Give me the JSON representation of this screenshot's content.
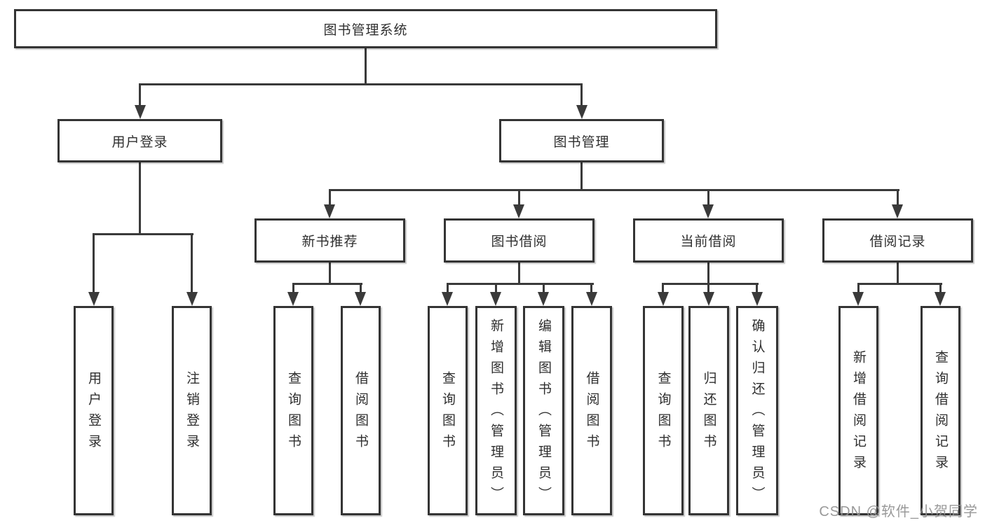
{
  "colors": {
    "background": "#ffffff",
    "box_border": "#343434",
    "connector_line": "#3a3a3a",
    "text": "#2f2f2f",
    "watermark": "#949494"
  },
  "watermark": {
    "text": "CSDN @软件_小贺同学"
  },
  "tree": {
    "root": {
      "label": "图书管理系统",
      "children": [
        {
          "label": "用户登录",
          "children": [
            {
              "label": "用户登录"
            },
            {
              "label": "注销登录"
            }
          ]
        },
        {
          "label": "图书管理",
          "children": [
            {
              "label": "新书推荐",
              "children": [
                {
                  "label": "查询图书"
                },
                {
                  "label": "借阅图书"
                }
              ]
            },
            {
              "label": "图书借阅",
              "children": [
                {
                  "label": "查询图书"
                },
                {
                  "label": "新增图书（管理员）"
                },
                {
                  "label": "编辑图书（管理员）"
                },
                {
                  "label": "借阅图书"
                }
              ]
            },
            {
              "label": "当前借阅",
              "children": [
                {
                  "label": "查询图书"
                },
                {
                  "label": "归还图书"
                },
                {
                  "label": "确认归还（管理员）"
                }
              ]
            },
            {
              "label": "借阅记录",
              "children": [
                {
                  "label": "新增借阅记录"
                },
                {
                  "label": "查询借阅记录"
                }
              ]
            }
          ]
        }
      ]
    }
  }
}
